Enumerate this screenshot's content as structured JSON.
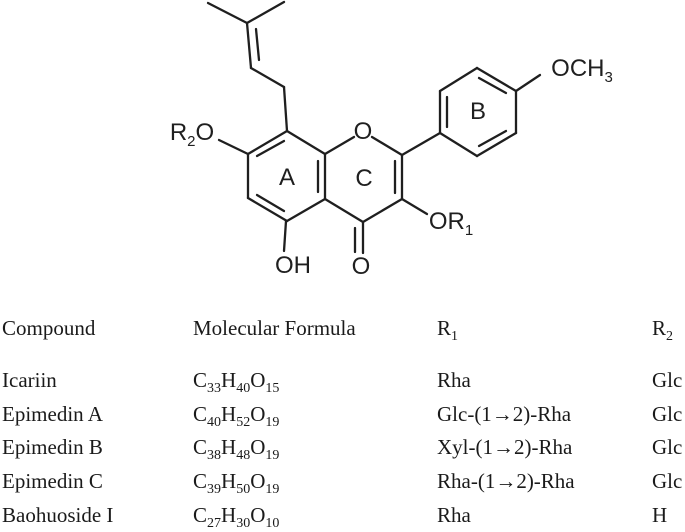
{
  "figure": {
    "type": "chemical-structure-with-table",
    "colors": {
      "ink": "#1f1f1f",
      "background": "#ffffff"
    }
  },
  "structure": {
    "labels": {
      "r2o": "R~2~O",
      "ring_o": "O",
      "ring_a": "A",
      "ring_b": "B",
      "ring_c": "C",
      "och3": "OCH~3~",
      "or1": "OR~1~",
      "oh": "OH",
      "carbonyl_o": "O"
    }
  },
  "table": {
    "headers": [
      "Compound",
      "Molecular Formula",
      "R~1~",
      "R~2~"
    ],
    "rows": [
      {
        "compound": "Icariin",
        "formula": "C~33~H~40~O~15~",
        "r1": "Rha",
        "r2": "Glc"
      },
      {
        "compound": "Epimedin A",
        "formula": "C~40~H~52~O~19~",
        "r1": "Glc-(1→2)-Rha",
        "r2": "Glc"
      },
      {
        "compound": "Epimedin B",
        "formula": "C~38~H~48~O~19~",
        "r1": "Xyl-(1→2)-Rha",
        "r2": "Glc"
      },
      {
        "compound": "Epimedin C",
        "formula": "C~39~H~50~O~19~",
        "r1": "Rha-(1→2)-Rha",
        "r2": "Glc"
      },
      {
        "compound": "Baohuoside I",
        "formula": "C~27~H~30~O~10~",
        "r1": "Rha",
        "r2": "H"
      }
    ]
  }
}
